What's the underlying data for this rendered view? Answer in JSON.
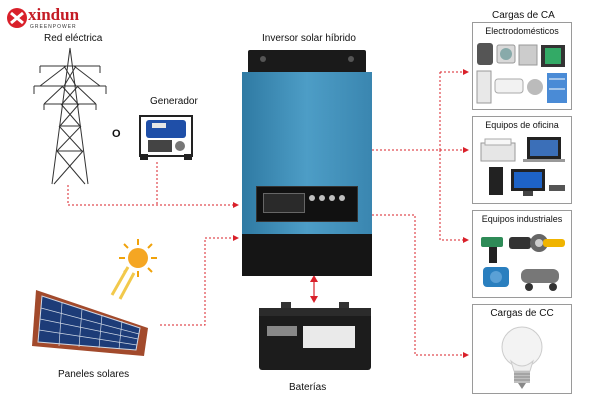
{
  "brand": {
    "name": "xindun",
    "tagline": "GREENPOWER",
    "mark_color": "#d9202a"
  },
  "labels": {
    "grid": "Red eléctrica",
    "generator": "Generador",
    "or": "O",
    "inverter": "Inversor solar híbrido",
    "solar": "Paneles solares",
    "batteries": "Baterías",
    "ac_loads": "Cargas de CA",
    "dc_loads": "Cargas de CC"
  },
  "ac_groups": [
    {
      "title": "Electrodomésticos",
      "icon": "home-appliances-icon"
    },
    {
      "title": "Equipos de oficina",
      "icon": "office-equipment-icon"
    },
    {
      "title": "Equipos industriales",
      "icon": "industrial-tools-icon"
    }
  ],
  "dc_group": {
    "title": "Cargas de CC",
    "icon": "light-bulb-icon"
  },
  "colors": {
    "arrow": "#d9202a",
    "inverter_body": "#3f8fb8",
    "inverter_dark": "#141414",
    "box_border": "#9a9a9a"
  }
}
